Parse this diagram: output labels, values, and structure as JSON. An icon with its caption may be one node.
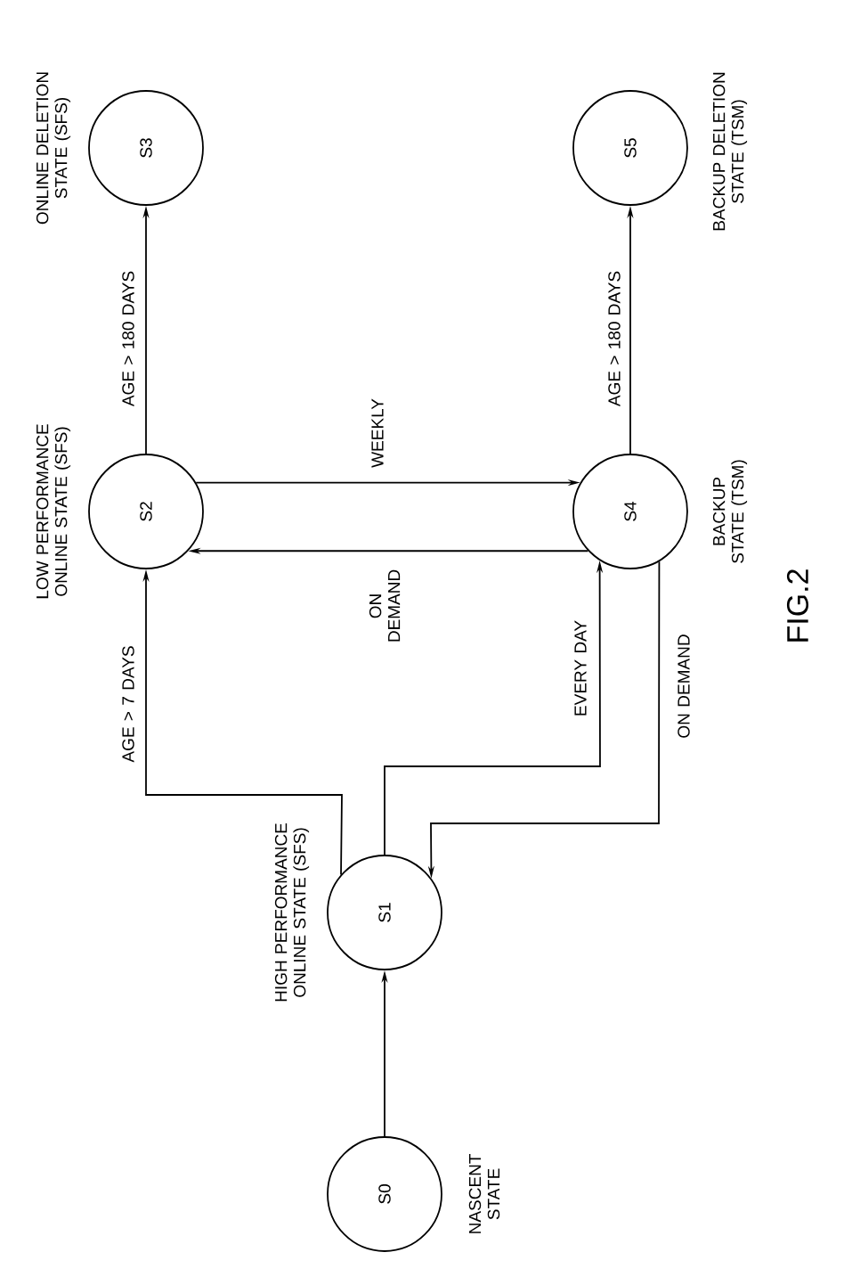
{
  "diagram": {
    "caption": "FIG.2",
    "nodes": [
      {
        "text": [
          "S0"
        ],
        "beside": [
          "NASCENT STATE"
        ]
      },
      {
        "text": [
          "S1"
        ],
        "beside": [
          "HIGH PERFORMANCE ONLINE STATE (SFS)"
        ]
      },
      {
        "text": [
          "S2"
        ],
        "beside": [
          "LOW PERFORMANCE ONLINE STATE (SFS)"
        ]
      },
      {
        "text": [
          "S3"
        ],
        "beside": [
          "ONLINE DELETION STATE (SFS)"
        ]
      },
      {
        "text": [
          "S4"
        ],
        "beside": [
          "BACKUP STATE (TSM)"
        ]
      },
      {
        "text": [
          "S5"
        ],
        "beside": [
          "BACKUP DELETION STATE (TSM)"
        ]
      }
    ],
    "edges": [
      {
        "from": 0,
        "to": 1,
        "arrow": "to"
      },
      {
        "from": 1,
        "to": 2,
        "arrow": "to",
        "label": "AGE > 7 DAYS"
      },
      {
        "from": 1,
        "to": 4,
        "arrow": "to",
        "label": "EVERY DAY"
      },
      {
        "from": 4,
        "to": 1,
        "arrow": "to",
        "label": "ON DEMAND"
      },
      {
        "from": 2,
        "to": 4,
        "arrow": "to",
        "label": "WEEKLY"
      },
      {
        "from": 4,
        "to": 2,
        "arrow": "to",
        "label": "ON DEMAND"
      },
      {
        "from": 2,
        "to": 3,
        "arrow": "to",
        "label": "AGE > 180 DAYS"
      },
      {
        "from": 4,
        "to": 5,
        "arrow": "to",
        "label": "AGE > 180 DAYS"
      }
    ]
  }
}
